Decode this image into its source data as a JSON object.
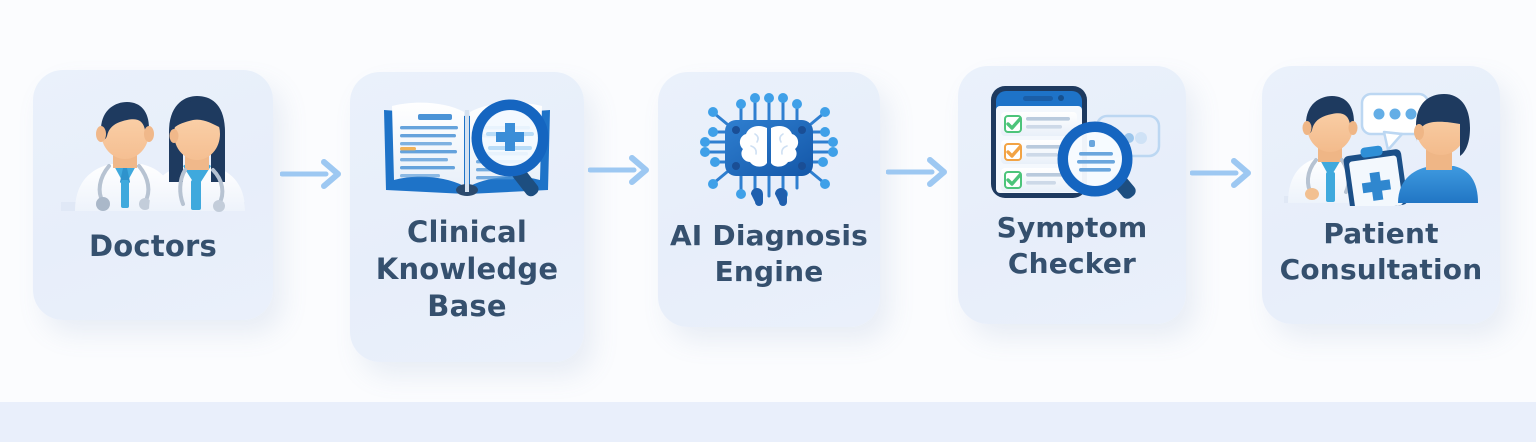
{
  "page": {
    "background_color": "#fbfcfe",
    "bottom_band_color": "#e9effb",
    "title": "Healthcare AI Workflow Diagram"
  },
  "theme": {
    "card_background": "#e9f0fb",
    "label_color": "#35506e",
    "accent_blue": "#1e6fc4",
    "light_blue": "#8fc0f0",
    "arrow_color": "#9dc8f2",
    "deep_navy": "#1e3a5f",
    "skin": "#f7c9a0",
    "teal": "#3fa9dd",
    "green_check": "#4cc47a",
    "orange_check": "#f2a344"
  },
  "flow": {
    "steps": [
      {
        "id": "doctors",
        "label": "Doctors",
        "icon": "doctors-icon",
        "icon_description": "Two doctors in white coats with stethoscopes"
      },
      {
        "id": "clinical-knowledge-base",
        "label": "Clinical Knowledge Base",
        "icon": "book-magnifier-icon",
        "icon_description": "Open book with magnifying glass over a medical cross"
      },
      {
        "id": "ai-diagnosis-engine",
        "label": "AI Diagnosis Engine",
        "icon": "ai-chip-brain-icon",
        "icon_description": "Microchip with brain and circuit traces"
      },
      {
        "id": "symptom-checker",
        "label": "Symptom Checker",
        "icon": "phone-checklist-magnifier-icon",
        "icon_description": "Smartphone with checklist and magnifying glass"
      },
      {
        "id": "patient-consultation",
        "label": "Patient Consultation",
        "icon": "doctor-patient-icon",
        "icon_description": "Doctor with clipboard talking to a patient, speech bubble"
      }
    ],
    "connectors": [
      {
        "id": "arrow-1",
        "from": "doctors",
        "to": "clinical-knowledge-base",
        "icon": "arrow-right-icon"
      },
      {
        "id": "arrow-2",
        "from": "clinical-knowledge-base",
        "to": "ai-diagnosis-engine",
        "icon": "arrow-right-icon"
      },
      {
        "id": "arrow-3",
        "from": "ai-diagnosis-engine",
        "to": "symptom-checker",
        "icon": "arrow-right-icon"
      },
      {
        "id": "arrow-4",
        "from": "symptom-checker",
        "to": "patient-consultation",
        "icon": "arrow-right-icon"
      }
    ]
  }
}
